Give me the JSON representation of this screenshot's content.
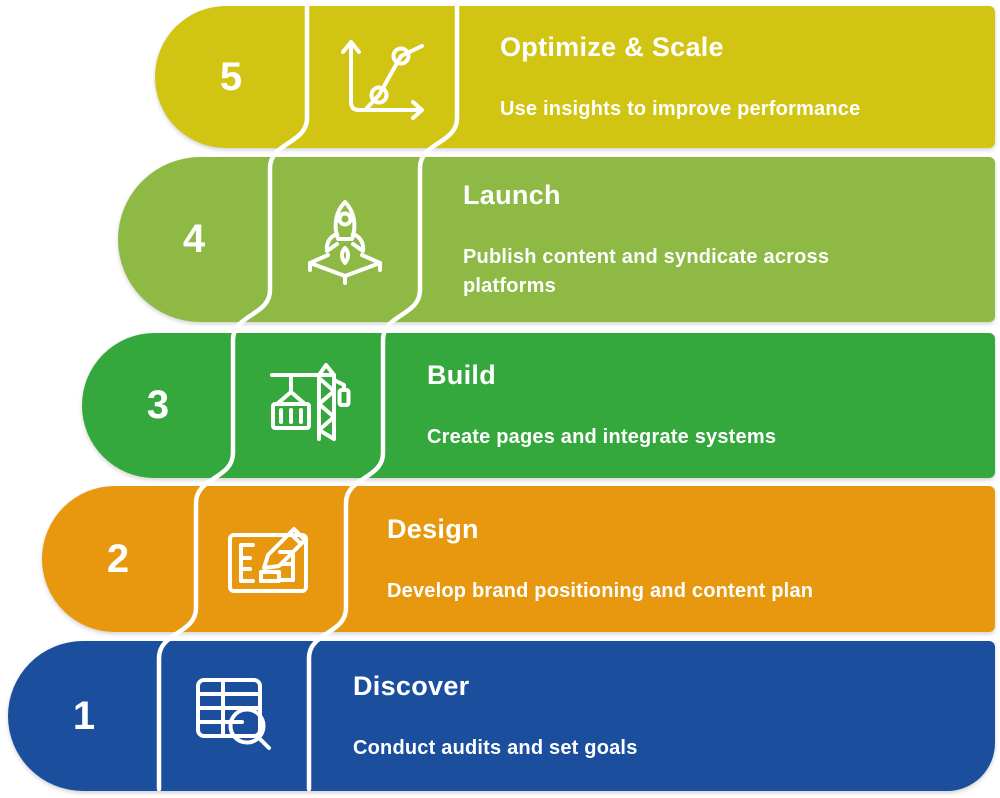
{
  "infographic": {
    "background": "#ffffff",
    "divider_color": "#ffffff",
    "text_color": "#ffffff",
    "order_top_to_bottom": [
      5,
      4,
      3,
      2,
      1
    ]
  },
  "steps": [
    {
      "number": "1",
      "title": "Discover",
      "description": "Conduct audits and set goals",
      "color": "#1b4f9e",
      "icon": "table-search-icon"
    },
    {
      "number": "2",
      "title": "Design",
      "description": "Develop brand positioning and content plan",
      "color": "#e8980f",
      "icon": "blueprint-pencil-icon"
    },
    {
      "number": "3",
      "title": "Build",
      "description": "Create pages and integrate systems",
      "color": "#34a83c",
      "icon": "construction-crane-icon"
    },
    {
      "number": "4",
      "title": "Launch",
      "description": "Publish content and syndicate across platforms",
      "color": "#8db944",
      "icon": "rocket-launch-icon"
    },
    {
      "number": "5",
      "title": "Optimize & Scale",
      "description": "Use insights to improve performance",
      "color": "#d2c413",
      "icon": "growth-chart-icon"
    }
  ]
}
